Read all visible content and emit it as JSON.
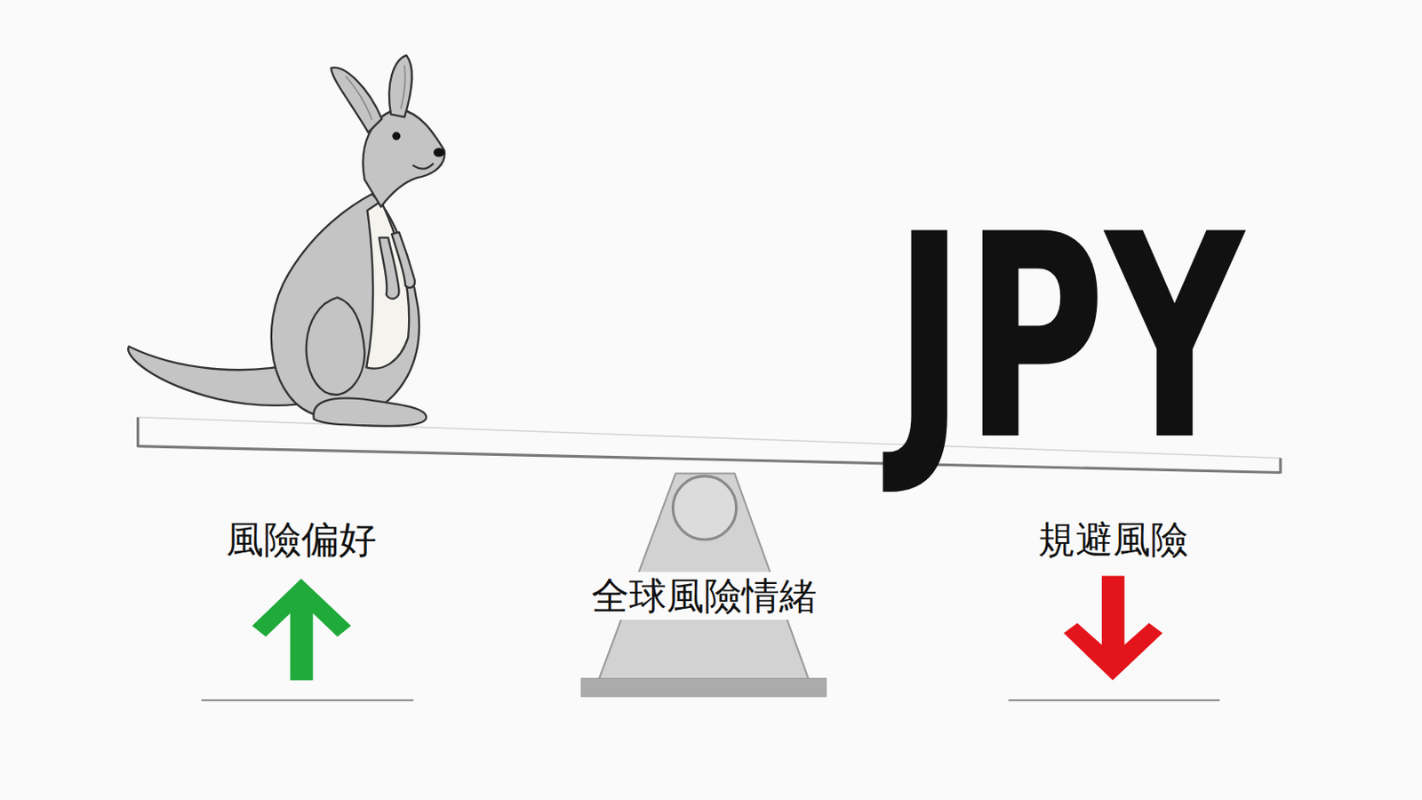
{
  "diagram": {
    "nodes": [
      {
        "text": [
          "全球風險情緒"
        ]
      }
    ],
    "labels": [
      "JPY",
      "風險偏好",
      "規避風險"
    ]
  }
}
